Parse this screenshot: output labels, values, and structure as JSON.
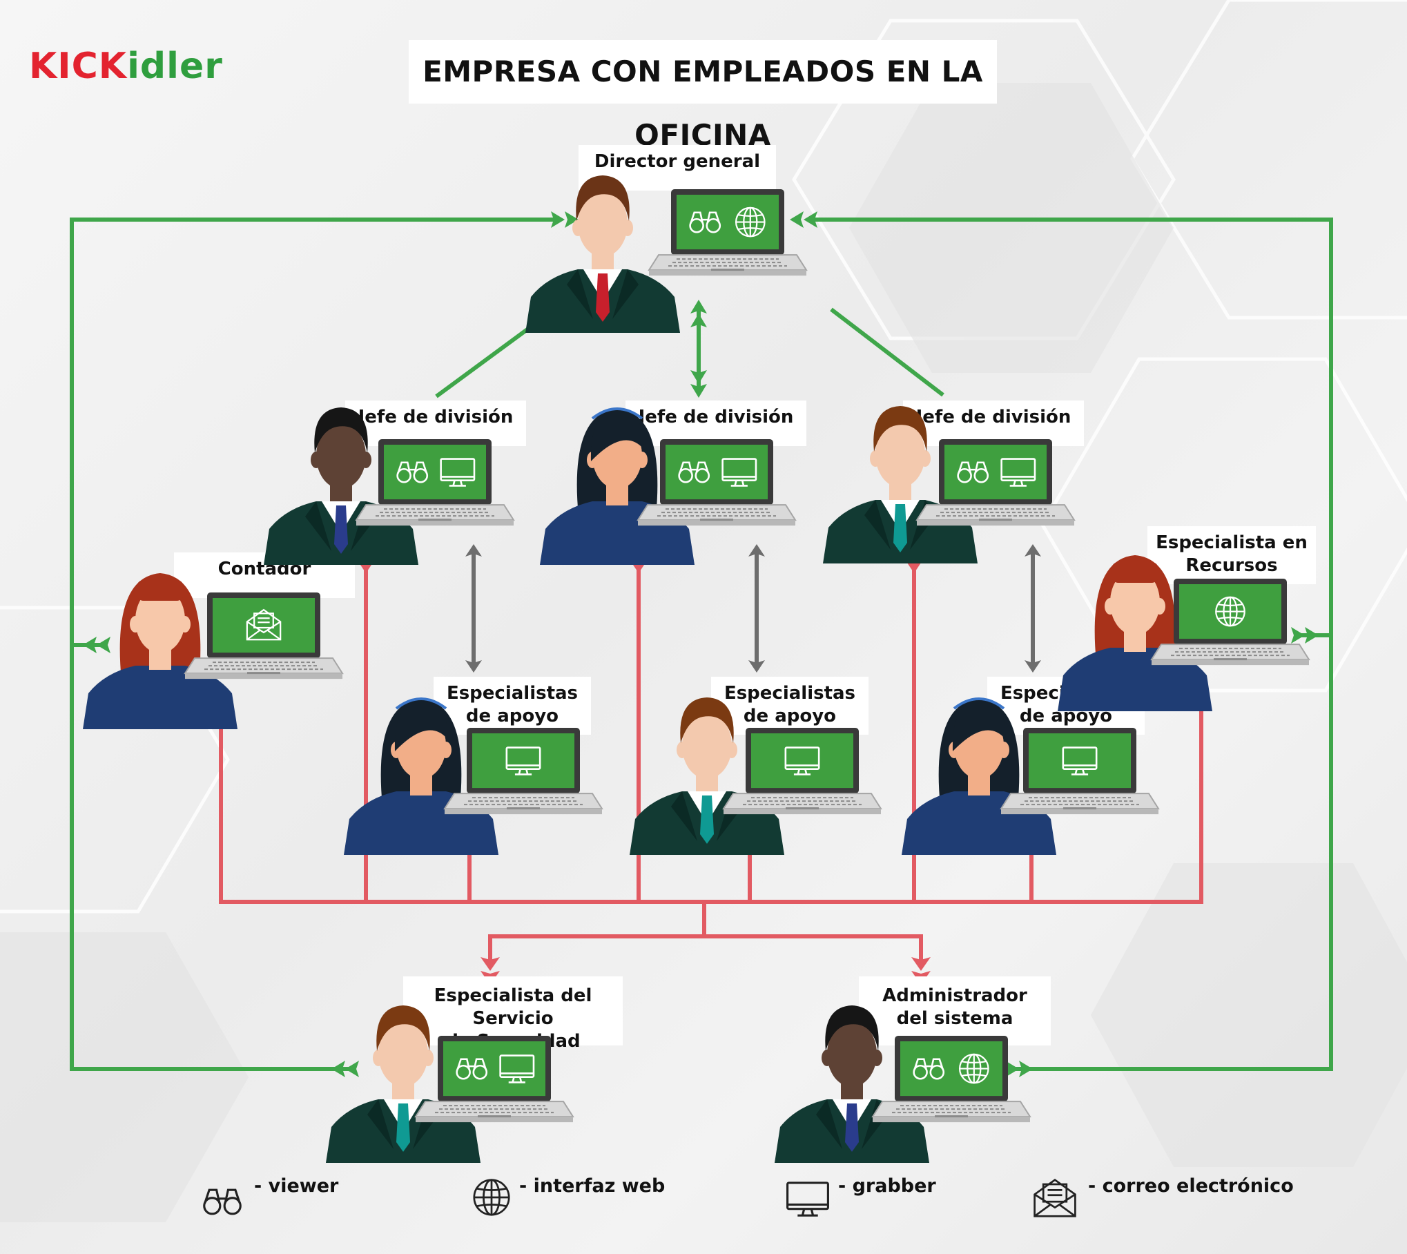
{
  "logo": {
    "part_red": "KICK",
    "part_green": "idler"
  },
  "title": "EMPRESA CON EMPLEADOS EN LA OFICINA",
  "nodes": {
    "director": "Director general",
    "jefe1": "Jefe de división",
    "jefe2": "Jefe de división",
    "jefe3": "Jefe de división",
    "contador": "Contador",
    "rrhh_line1": "Especialista en",
    "rrhh_line2": "Recursos Humanos",
    "apoyo1_line1": "Especialistas",
    "apoyo1_line2": "de apoyo",
    "apoyo2_line1": "Especialistas",
    "apoyo2_line2": "de apoyo",
    "apoyo3_line1": "Especialistas",
    "apoyo3_line2": "de apoyo",
    "seguridad_line1": "Especialista del Servicio",
    "seguridad_line2": "de Seguridad",
    "admin_line1": "Administrador",
    "admin_line2": "del sistema"
  },
  "legend": {
    "viewer": "- viewer",
    "web": "- interfaz web",
    "grabber": "- grabber",
    "email": "- correo electrónico"
  },
  "colors": {
    "green": "#3fa64a",
    "red": "#e25a62",
    "gray": "#6d6d6d",
    "screen": "#3f9f3f",
    "suit": "#123a33"
  }
}
